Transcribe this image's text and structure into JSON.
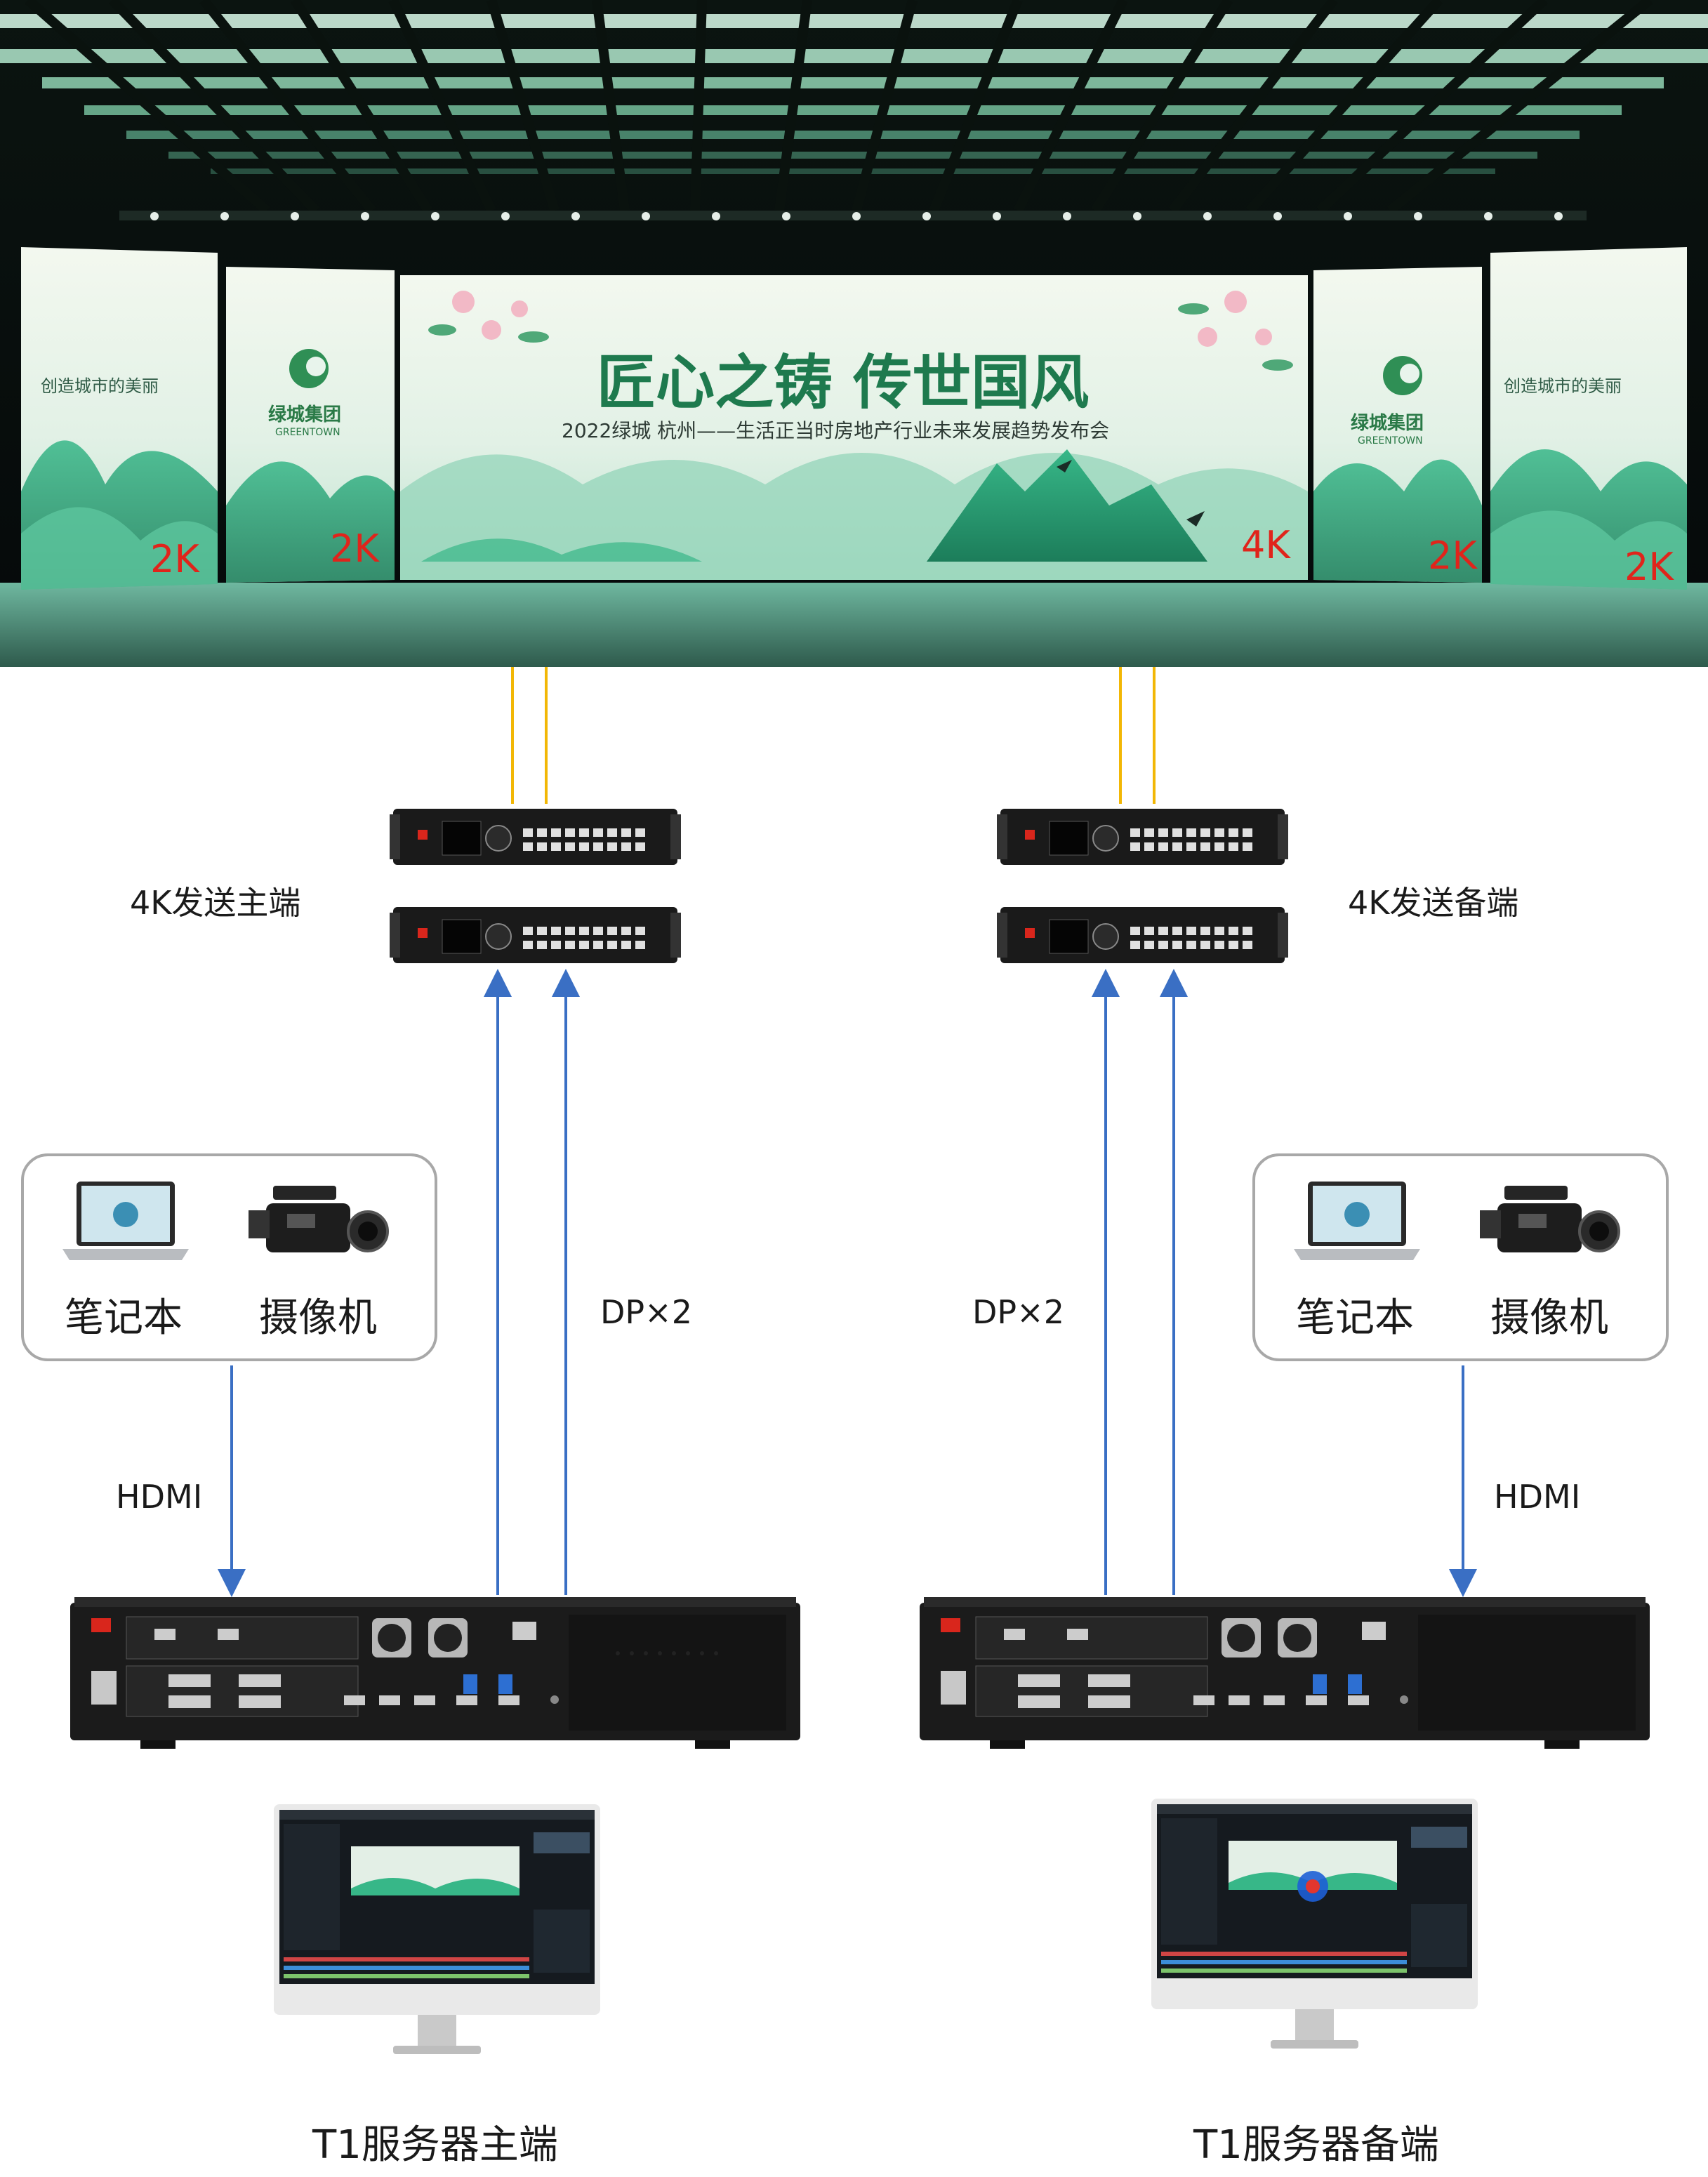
{
  "stage": {
    "slogan": "匠心之铸  传世国风",
    "subtitle": "2022绿城 杭州——生活正当时房地产行业未来发展趋势发布会",
    "side_text": "创造城市的美丽",
    "logo_cn": "绿城集团",
    "logo_en": "GREENTOWN",
    "screens": [
      {
        "res": "2K"
      },
      {
        "res": "2K"
      },
      {
        "res": "4K"
      },
      {
        "res": "2K"
      },
      {
        "res": "2K"
      }
    ],
    "colors": {
      "sky": "#000000",
      "screen_bg": "#e8f4ec",
      "mountain": "#2fa57a",
      "res_label": "#e0241b"
    }
  },
  "left": {
    "sender_label": "4K发送主端",
    "sources": {
      "laptop": "笔记本",
      "camera": "摄像机"
    },
    "hdmi_label": "HDMI",
    "dp_label": "DP×2",
    "server_label": "T1服务器主端"
  },
  "right": {
    "sender_label": "4K发送备端",
    "sources": {
      "laptop": "笔记本",
      "camera": "摄像机"
    },
    "hdmi_label": "HDMI",
    "dp_label": "DP×2",
    "server_label": "T1服务器备端"
  },
  "colors": {
    "fiber": "#f2b705",
    "signal": "#3a6fc4",
    "box_border": "#a8a8a8"
  }
}
